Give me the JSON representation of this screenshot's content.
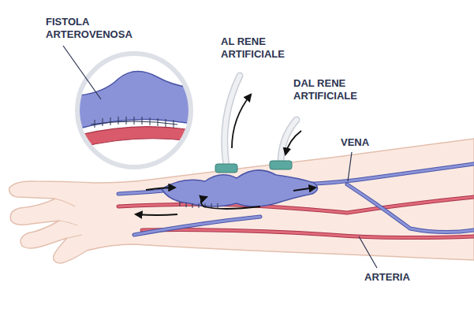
{
  "diagram": {
    "labels": [
      "FISTOLA ARTEROVENOSA",
      "AL RENE ARTIFICIALE",
      "DAL RENE ARTIFICIALE",
      "VENA",
      "ARTERIA"
    ]
  }
}
